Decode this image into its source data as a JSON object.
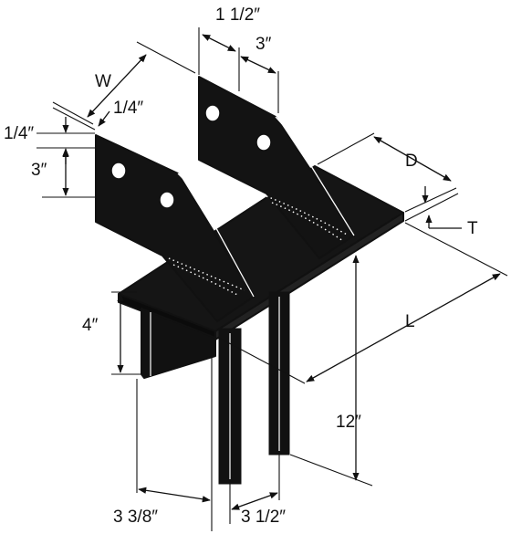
{
  "colors": {
    "ink": "#111111",
    "face_dark": "#1a1a1a",
    "face_darker": "#0d0d0d",
    "paper": "#ffffff"
  },
  "labels": {
    "one_half": "1 1/2″",
    "three_top": "3″",
    "w": "W",
    "quarter_right": "1/4″",
    "quarter_left": "1/4″",
    "three_left": "3″",
    "d": "D",
    "t": "T",
    "four": "4″",
    "l": "L",
    "twelve": "12″",
    "three_three_eighths": "3 3/8″",
    "three_one_half": "3 1/2″"
  }
}
